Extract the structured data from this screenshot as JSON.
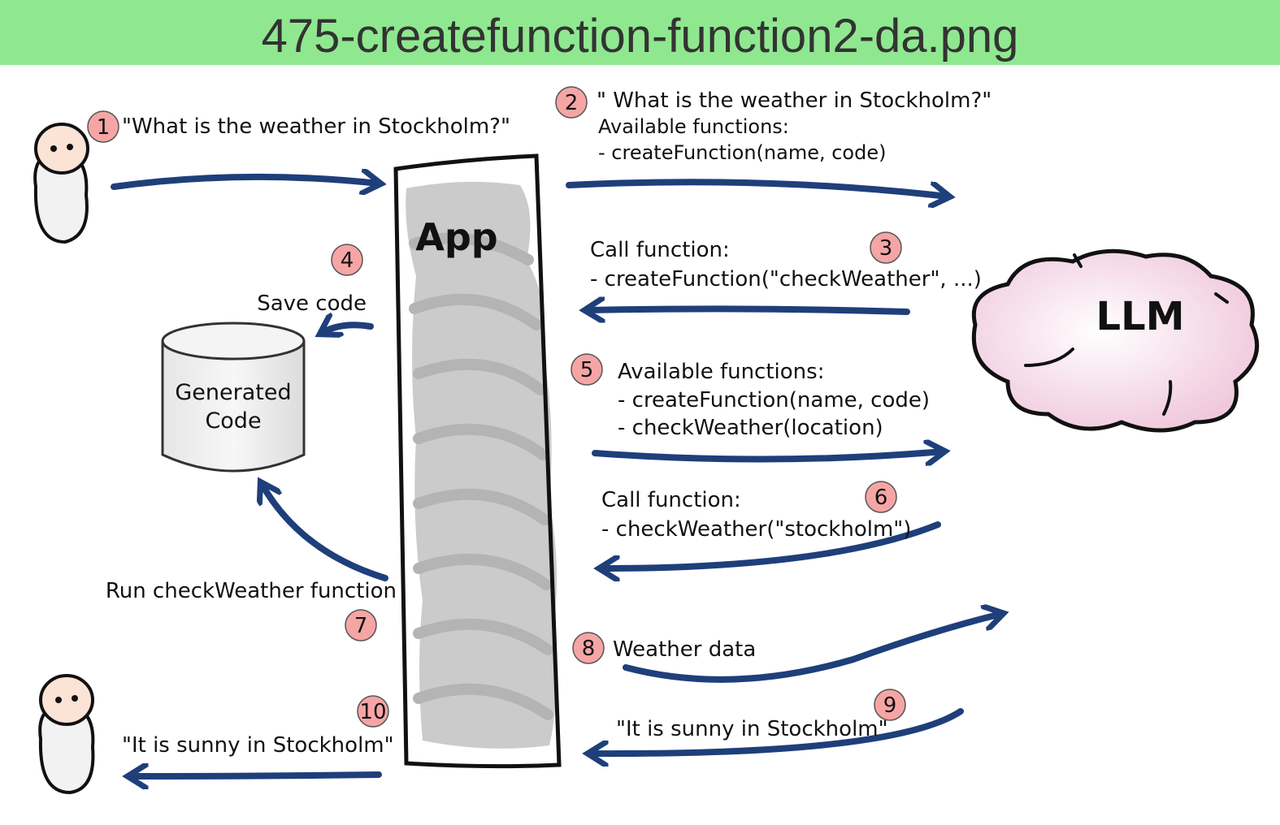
{
  "title": "475-createfunction-function2-da.png",
  "colors": {
    "banner": "#8fe88f",
    "arrow": "#1e3f7a",
    "badge": "#f6a5a5",
    "cloud": "#f3d3e2",
    "app_fill": "#c8c8c8"
  },
  "nodes": {
    "app": "App",
    "llm": "LLM",
    "storage_line1": "Generated",
    "storage_line2": "Code"
  },
  "steps": {
    "s1": {
      "num": "1",
      "text": "\"What is the weather in Stockholm?\""
    },
    "s2": {
      "num": "2",
      "line1": "\" What is the weather in Stockholm?\"",
      "line2": "Available functions:",
      "line3": "- createFunction(name, code)"
    },
    "s3": {
      "num": "3",
      "line1": "Call function:",
      "line2": "- createFunction(\"checkWeather\", ...)"
    },
    "s4": {
      "num": "4",
      "text": "Save code"
    },
    "s5": {
      "num": "5",
      "line1": "Available functions:",
      "line2": "- createFunction(name, code)",
      "line3": "- checkWeather(location)"
    },
    "s6": {
      "num": "6",
      "line1": "Call function:",
      "line2": "- checkWeather(\"stockholm\")"
    },
    "s7": {
      "num": "7",
      "text": "Run checkWeather function"
    },
    "s8": {
      "num": "8",
      "text": "Weather data"
    },
    "s9": {
      "num": "9",
      "text": "\"It is sunny in Stockholm\""
    },
    "s10": {
      "num": "10",
      "text": "\"It is sunny in Stockholm\""
    }
  }
}
